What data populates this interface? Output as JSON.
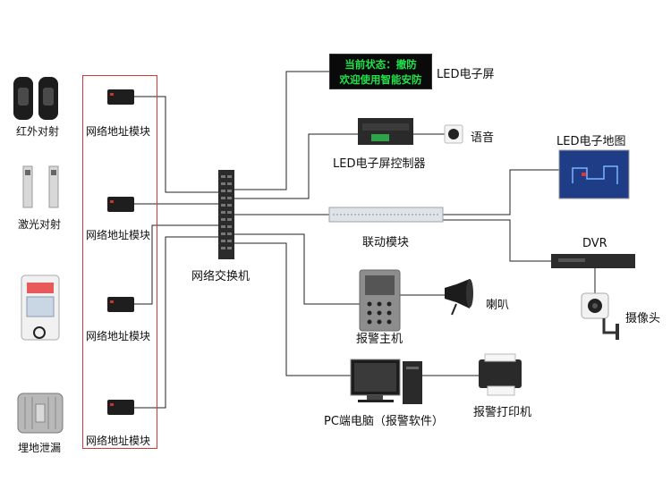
{
  "diagram": {
    "led_screen_text": [
      "当前状态：撤防",
      "欢迎使用智能安防"
    ],
    "labels": {
      "led_screen": "LED电子屏",
      "led_controller": "LED电子屏控制器",
      "voice": "语音",
      "led_map": "LED电子地图",
      "linkage_module": "联动模块",
      "dvr": "DVR",
      "camera": "摄像头",
      "switch": "网络交换机",
      "alarm_host": "报警主机",
      "horn": "喇叭",
      "pc": "PC端电脑（报警软件）",
      "printer": "报警打印机",
      "infrared": "红外对射",
      "laser": "激光对射",
      "buried": "埋地泄漏",
      "address_module": "网络地址模块"
    }
  }
}
